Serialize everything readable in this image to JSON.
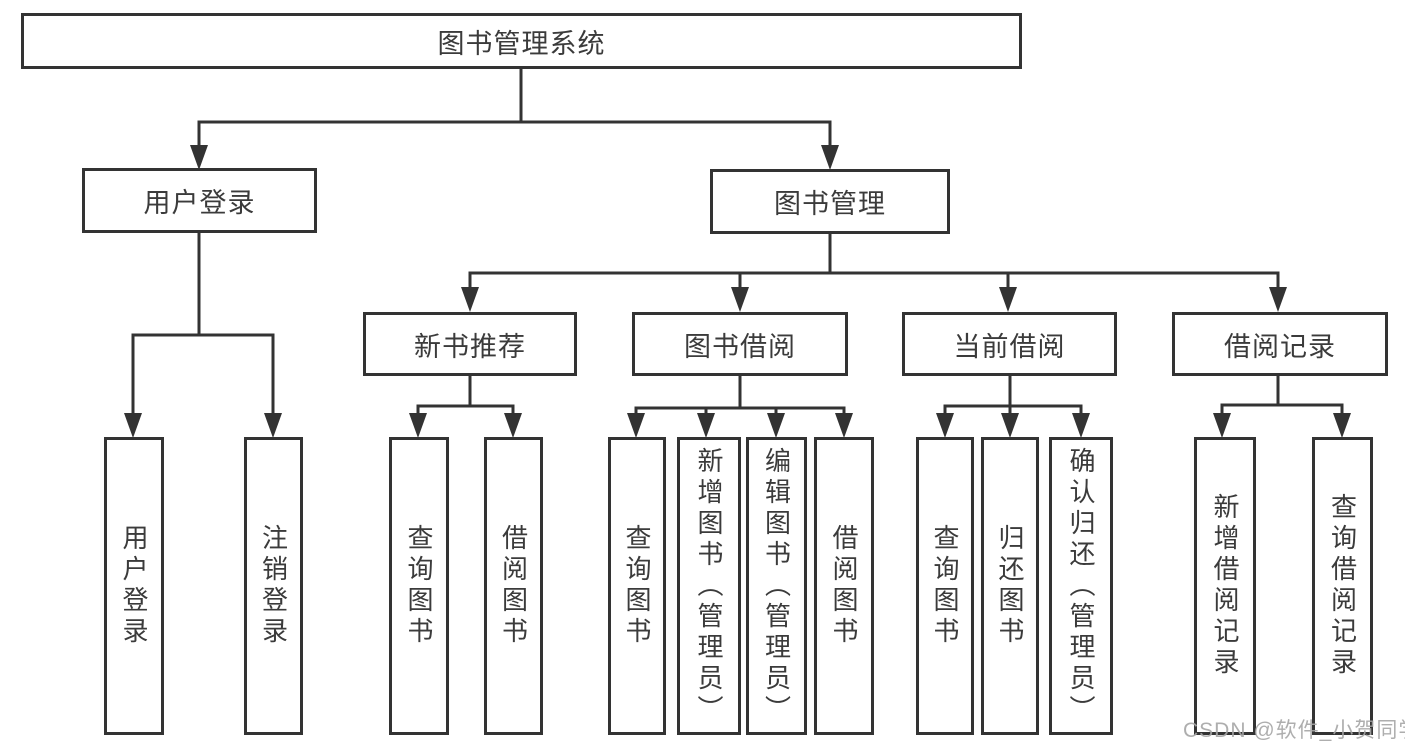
{
  "colors": {
    "line": "#333333",
    "text": "#3b3b3b",
    "background": "#ffffff",
    "watermark_color": "#a6a6a6"
  },
  "diagram": {
    "type": "tree",
    "root": {
      "label": "图书管理系统"
    },
    "level1": [
      {
        "label": "用户登录",
        "parent": "图书管理系统"
      },
      {
        "label": "图书管理",
        "parent": "图书管理系统"
      }
    ],
    "level2": [
      {
        "label": "新书推荐",
        "parent": "图书管理"
      },
      {
        "label": "图书借阅",
        "parent": "图书管理"
      },
      {
        "label": "当前借阅",
        "parent": "图书管理"
      },
      {
        "label": "借阅记录",
        "parent": "图书管理"
      }
    ],
    "leaves": [
      {
        "label": "用户登录",
        "parent": "用户登录"
      },
      {
        "label": "注销登录",
        "parent": "用户登录"
      },
      {
        "label": "查询图书",
        "parent": "新书推荐"
      },
      {
        "label": "借阅图书",
        "parent": "新书推荐"
      },
      {
        "label": "查询图书",
        "parent": "图书借阅"
      },
      {
        "label": "新增图书（管理员）",
        "parent": "图书借阅"
      },
      {
        "label": "编辑图书（管理员）",
        "parent": "图书借阅"
      },
      {
        "label": "借阅图书",
        "parent": "图书借阅"
      },
      {
        "label": "查询图书",
        "parent": "当前借阅"
      },
      {
        "label": "归还图书",
        "parent": "当前借阅"
      },
      {
        "label": "确认归还（管理员）",
        "parent": "当前借阅"
      },
      {
        "label": "新增借阅记录",
        "parent": "借阅记录"
      },
      {
        "label": "查询借阅记录",
        "parent": "借阅记录"
      }
    ]
  },
  "watermark": {
    "text": "CSDN @软件_小贺同学"
  }
}
